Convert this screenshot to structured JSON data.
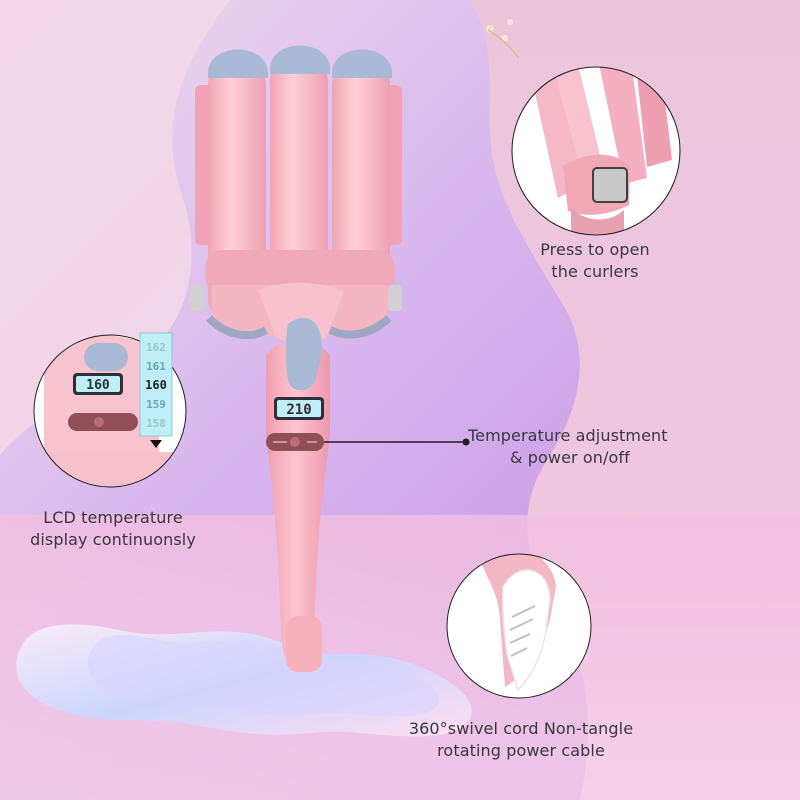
{
  "captions": {
    "press_open": [
      "Press to open",
      "the curlers"
    ],
    "temperature": [
      "Temperature adjustment",
      "& power on/off"
    ],
    "lcd": [
      "LCD temperature",
      "display continuonsly"
    ],
    "swivel": [
      "360°swivel cord Non-tangle",
      "rotating power cable"
    ]
  },
  "lcd": {
    "main_display": "210",
    "zoom_display": "160",
    "scale_values": [
      "162",
      "161",
      "160",
      "159",
      "158"
    ]
  },
  "colors": {
    "background_violet": "#c9a3e6",
    "background_pink": "#f2c8de",
    "device_pink": "#f3a9b8",
    "device_blue": "#a9b9d6",
    "lcd_screen": "#bfeef6",
    "caption_text": "#3a3640"
  },
  "icons": {
    "power_button": "power-button-icon",
    "arrow": "down-triangle-icon"
  }
}
